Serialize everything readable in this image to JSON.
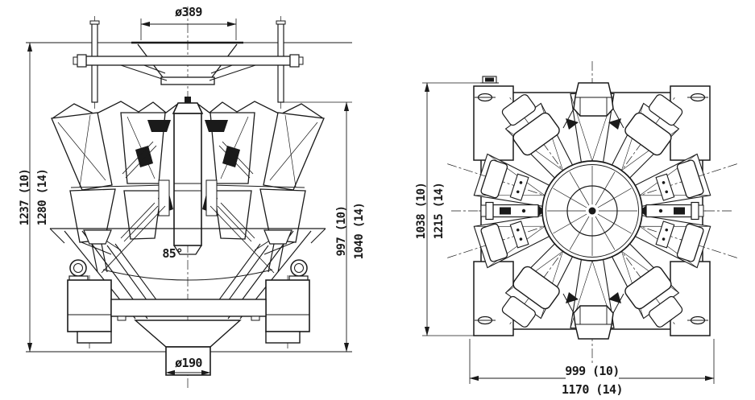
{
  "drawing": {
    "front_view": {
      "top_diameter": "ø389",
      "height_overall_10": "1237 (10)",
      "height_overall_14": "1280 (14)",
      "height_body_10": "997 (10)",
      "height_body_14": "1040 (14)",
      "cone_angle": "85°",
      "outlet_diameter": "ø190"
    },
    "top_view": {
      "depth_10": "1038 (10)",
      "depth_14": "1215 (14)",
      "width_10": "999 (10)",
      "width_14": "1170 (14)"
    }
  }
}
